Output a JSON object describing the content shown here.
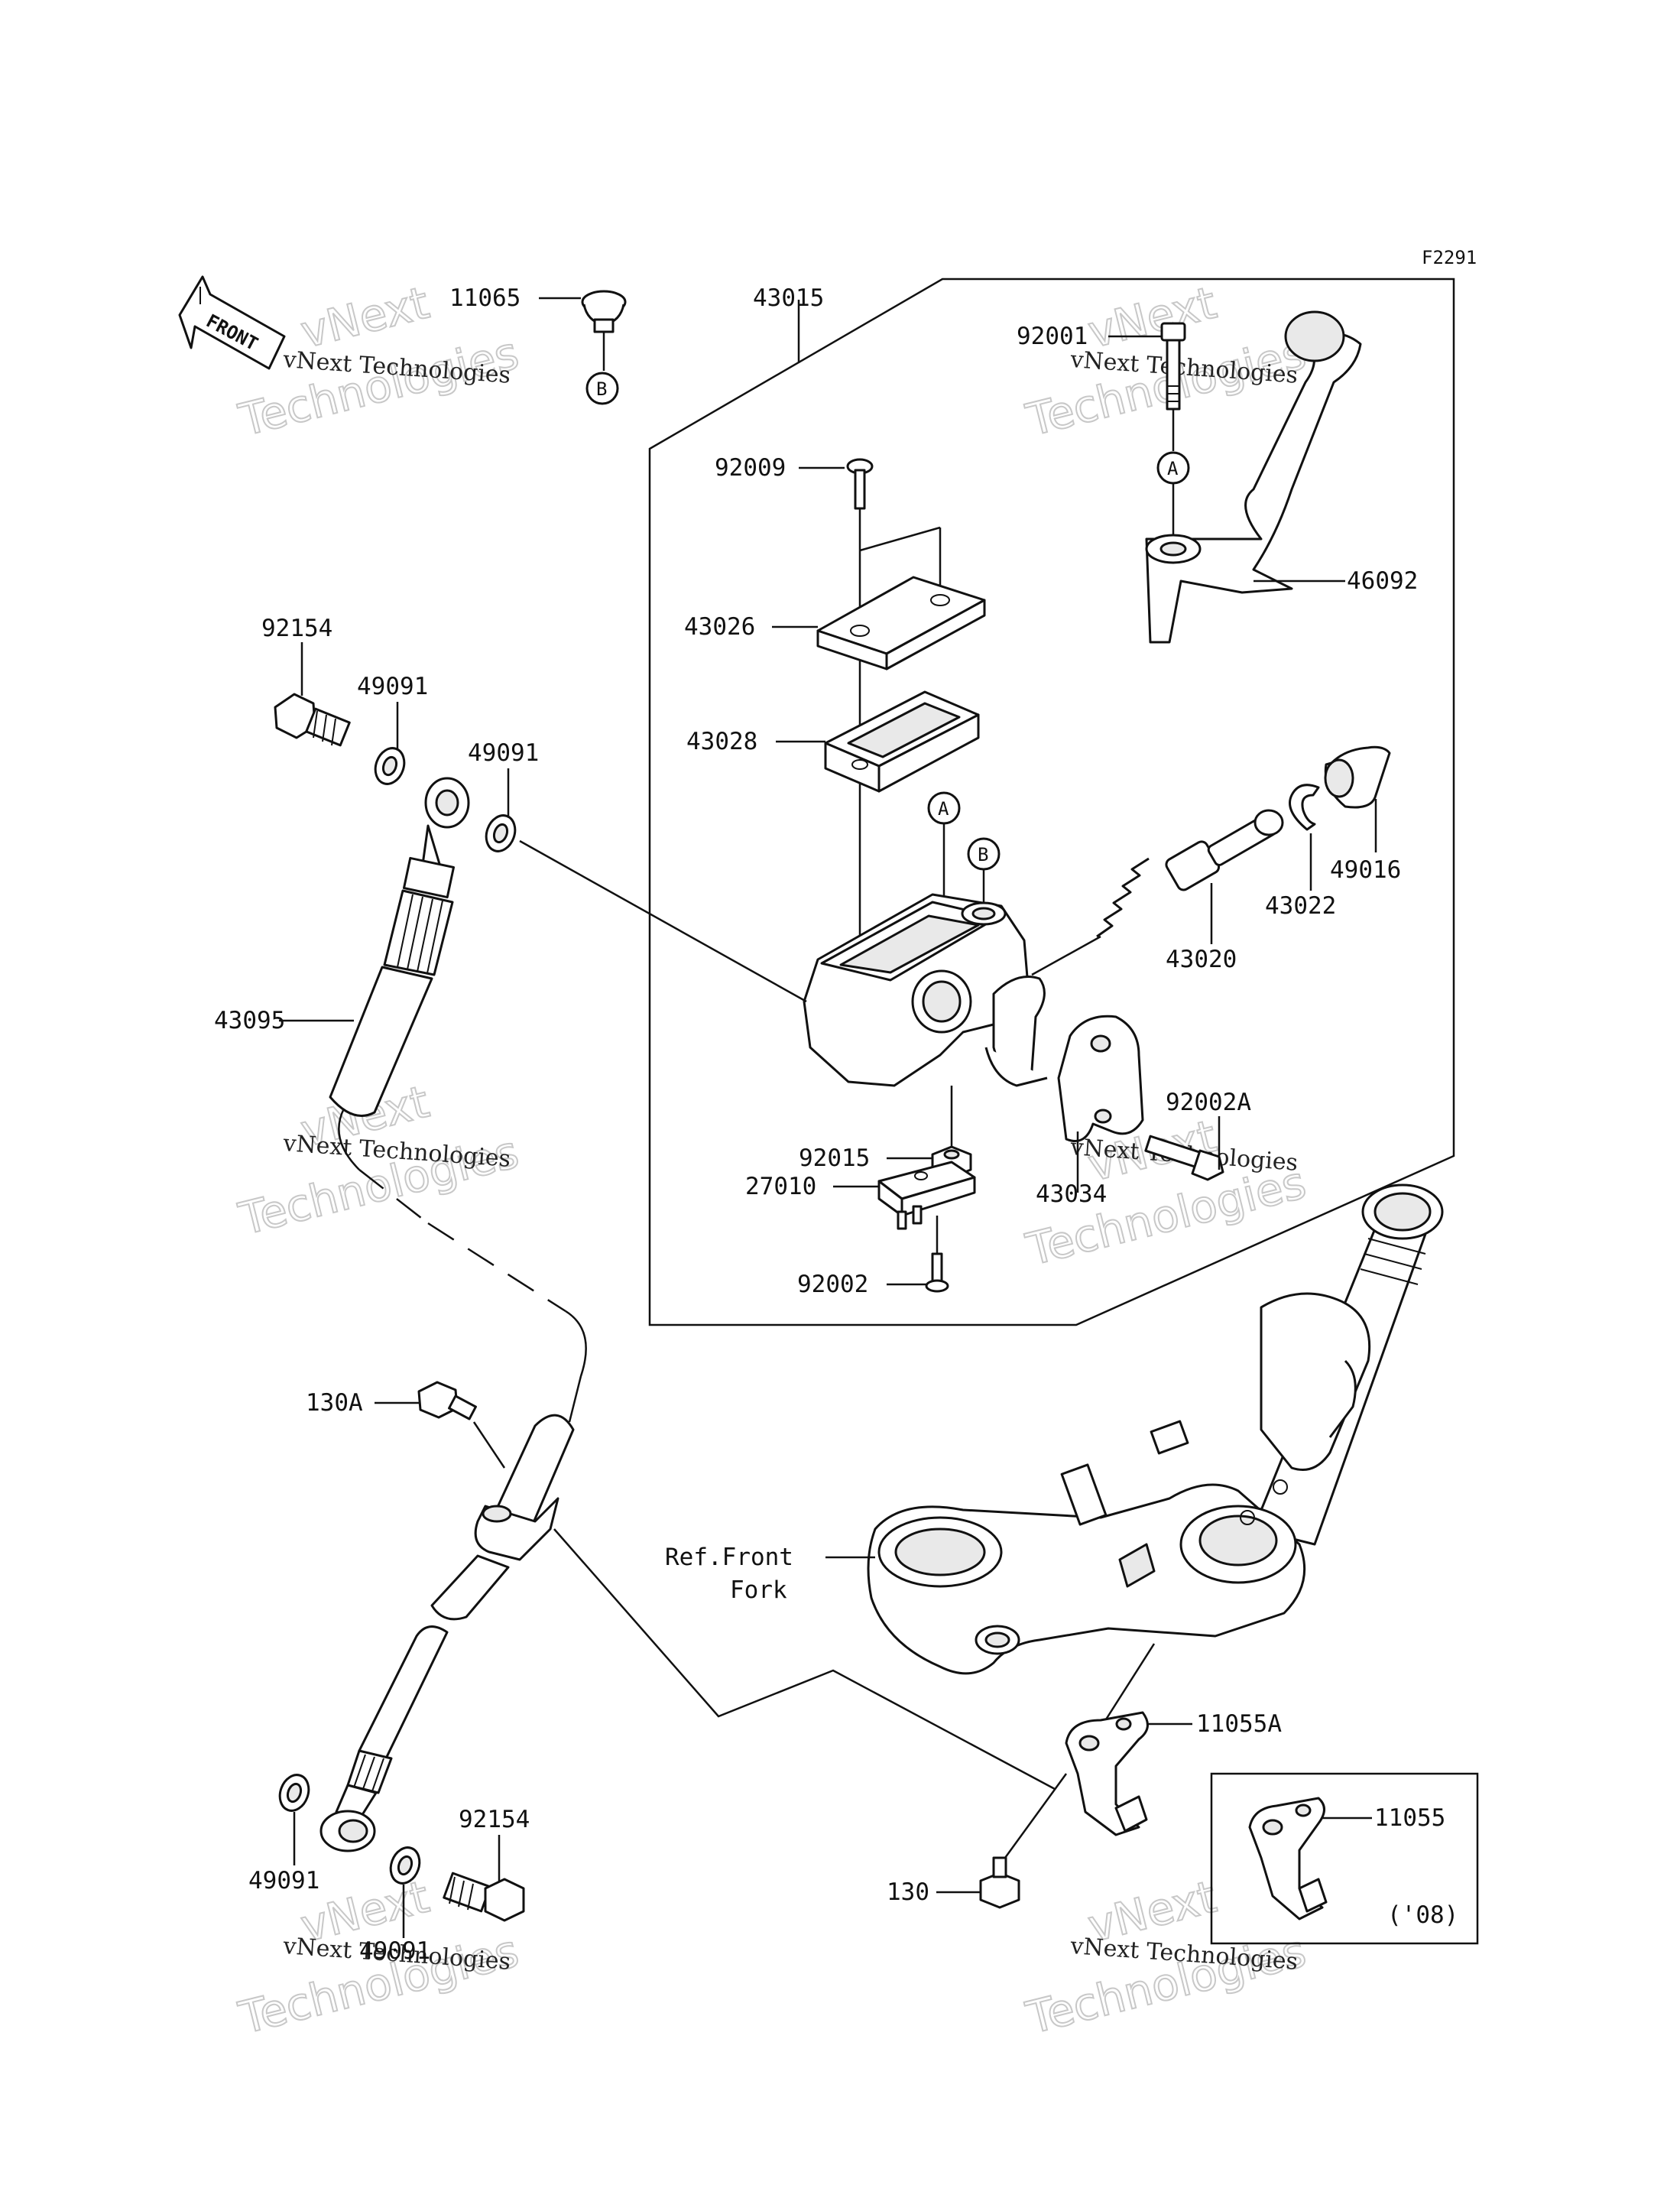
{
  "figure_code": "F2291",
  "front_arrow_label": "FRONT",
  "ref_label_line1": "Ref.Front",
  "ref_label_line2": "Fork",
  "inset_year": "('08)",
  "markers": {
    "a": "A",
    "b": "B"
  },
  "watermark": {
    "line1": "vNext Technologies",
    "line2": "vNext",
    "line3": "Technologies"
  },
  "parts": {
    "p11065": "11065",
    "p43015": "43015",
    "p92001": "92001",
    "p92009": "92009",
    "p43026": "43026",
    "p46092": "46092",
    "p92154_top": "92154",
    "p49091_a": "49091",
    "p43028": "43028",
    "p49091_b": "49091",
    "p49016": "49016",
    "p43022": "43022",
    "p43020": "43020",
    "p43095": "43095",
    "p92002a": "92002A",
    "p92015": "92015",
    "p43034": "43034",
    "p27010": "27010",
    "p92002": "92002",
    "p130a": "130A",
    "p11055a": "11055A",
    "p11055": "11055",
    "p92154_bottom": "92154",
    "p49091_c": "49091",
    "p49091_d": "49091",
    "p130": "130"
  }
}
